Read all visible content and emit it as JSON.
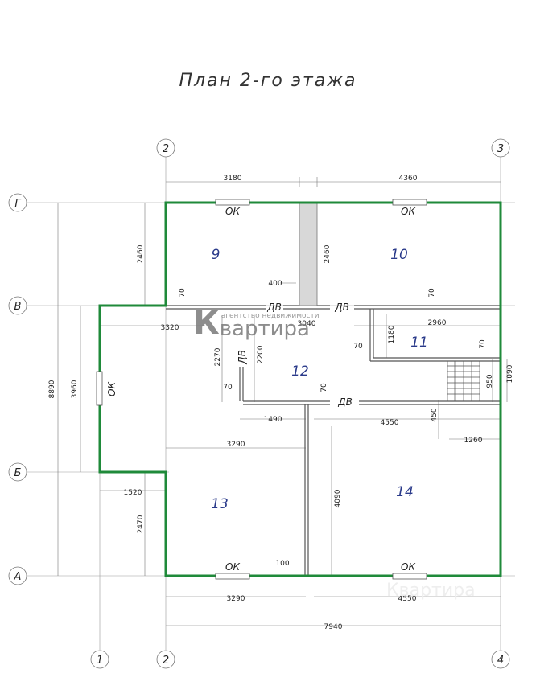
{
  "title": "План 2-го этажа",
  "axes": {
    "top_left": "2",
    "top_right": "3",
    "bottom_1": "1",
    "bottom_2": "2",
    "bottom_4": "4",
    "row_g": "Г",
    "row_v": "В",
    "row_b": "Б",
    "row_a": "А"
  },
  "rooms": {
    "r9": "9",
    "r10": "10",
    "r11": "11",
    "r12": "12",
    "r13": "13",
    "r14": "14"
  },
  "labels": {
    "window": "ОК",
    "door": "ДВ"
  },
  "dimensions": {
    "d3180": "3180",
    "d4360": "4360",
    "d2460_left": "2460",
    "d2460_mid": "2460",
    "d400": "400",
    "d70_a": "70",
    "d70_b": "70",
    "d3320": "3320",
    "d3040": "3040",
    "d2960": "2960",
    "d1180": "1180",
    "d70_c": "70",
    "d70_d": "70",
    "d2270": "2270",
    "d2200": "2200",
    "d70_e": "70",
    "d70_f": "70",
    "d950": "950",
    "d1090": "1090",
    "d8890": "8890",
    "d3960": "3960",
    "d1490": "1490",
    "d4550_mid": "4550",
    "d450": "450",
    "d1260": "1260",
    "d3290_top": "3290",
    "d1520": "1520",
    "d2470": "2470",
    "d4090": "4090",
    "d100": "100",
    "d3290_bottom": "3290",
    "d4550_bottom": "4550",
    "d7940": "7940"
  },
  "logo": {
    "mark": "К",
    "small": "агентство недвижимости",
    "word": "вартира"
  },
  "watermark": "Квартира",
  "colors": {
    "outline": "#1f8a3a",
    "room_numbers": "#2a3a8a"
  }
}
